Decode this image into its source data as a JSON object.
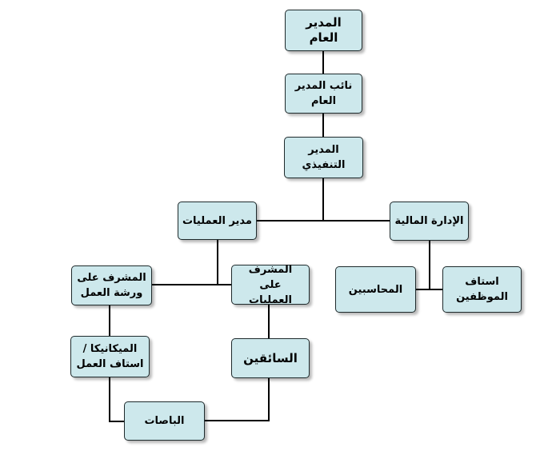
{
  "diagram": {
    "nodes": {
      "general_manager": "المدير العام",
      "deputy_general_manager": "نائب المدير\nالعام",
      "executive_director": "المدير التنفيذي",
      "operations_manager": "مدير العمليات",
      "finance_department": "الإدارة المالية",
      "workshop_supervisor": "المشرف على\nورشة العمل",
      "operations_supervisor": "المشرف على\nالعمليات",
      "accountants": "المحاسبين",
      "staff": "استاف الموظفين",
      "mechanics": "الميكانيكا /\nاستاف العمل",
      "drivers": "السائقين",
      "buses": "الباصات"
    },
    "colors": {
      "node_fill": "#cde8ec",
      "node_border": "#1e2a2c",
      "connector": "#000000"
    }
  }
}
